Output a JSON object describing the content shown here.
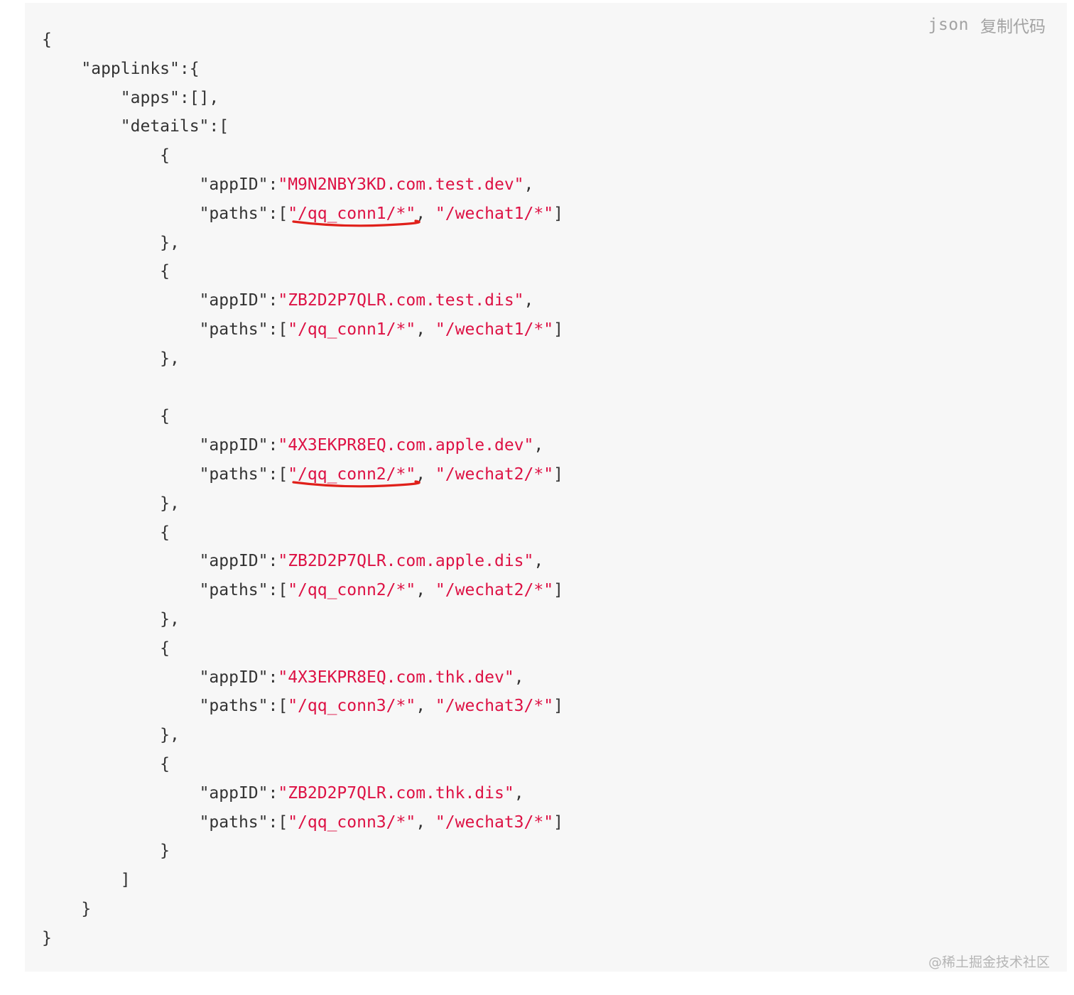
{
  "header": {
    "language": "json",
    "copy_label": "复制代码"
  },
  "code": {
    "lines": [
      {
        "indent": "",
        "parts": [
          {
            "t": "{",
            "c": "p"
          }
        ]
      },
      {
        "indent": "    ",
        "parts": [
          {
            "t": "\"applinks\":{",
            "c": "p"
          }
        ]
      },
      {
        "indent": "        ",
        "parts": [
          {
            "t": "\"apps\":[],",
            "c": "p"
          }
        ]
      },
      {
        "indent": "        ",
        "parts": [
          {
            "t": "\"details\":[",
            "c": "p"
          }
        ]
      },
      {
        "indent": "            ",
        "parts": [
          {
            "t": "{",
            "c": "p"
          }
        ]
      },
      {
        "indent": "                ",
        "parts": [
          {
            "t": "\"appID\":",
            "c": "p"
          },
          {
            "t": "\"M9N2NBY3KD.com.test.dev\"",
            "c": "s"
          },
          {
            "t": ",",
            "c": "p"
          }
        ]
      },
      {
        "indent": "                ",
        "parts": [
          {
            "t": "\"paths\":[",
            "c": "p"
          },
          {
            "t": "\"/qq_conn1/*\"",
            "c": "s",
            "mark": true
          },
          {
            "t": ", ",
            "c": "p"
          },
          {
            "t": "\"/wechat1/*\"",
            "c": "s"
          },
          {
            "t": "]",
            "c": "p"
          }
        ]
      },
      {
        "indent": "            ",
        "parts": [
          {
            "t": "},",
            "c": "p"
          }
        ]
      },
      {
        "indent": "            ",
        "parts": [
          {
            "t": "{",
            "c": "p"
          }
        ]
      },
      {
        "indent": "                ",
        "parts": [
          {
            "t": "\"appID\":",
            "c": "p"
          },
          {
            "t": "\"ZB2D2P7QLR.com.test.dis\"",
            "c": "s"
          },
          {
            "t": ",",
            "c": "p"
          }
        ]
      },
      {
        "indent": "                ",
        "parts": [
          {
            "t": "\"paths\":[",
            "c": "p"
          },
          {
            "t": "\"/qq_conn1/*\"",
            "c": "s"
          },
          {
            "t": ", ",
            "c": "p"
          },
          {
            "t": "\"/wechat1/*\"",
            "c": "s"
          },
          {
            "t": "]",
            "c": "p"
          }
        ]
      },
      {
        "indent": "            ",
        "parts": [
          {
            "t": "},",
            "c": "p"
          }
        ]
      },
      {
        "indent": "",
        "parts": []
      },
      {
        "indent": "            ",
        "parts": [
          {
            "t": "{",
            "c": "p"
          }
        ]
      },
      {
        "indent": "                ",
        "parts": [
          {
            "t": "\"appID\":",
            "c": "p"
          },
          {
            "t": "\"4X3EKPR8EQ.com.apple.dev\"",
            "c": "s"
          },
          {
            "t": ",",
            "c": "p"
          }
        ]
      },
      {
        "indent": "                ",
        "parts": [
          {
            "t": "\"paths\":[",
            "c": "p"
          },
          {
            "t": "\"/qq_conn2/*\"",
            "c": "s",
            "mark": true
          },
          {
            "t": ", ",
            "c": "p"
          },
          {
            "t": "\"/wechat2/*\"",
            "c": "s"
          },
          {
            "t": "]",
            "c": "p"
          }
        ]
      },
      {
        "indent": "            ",
        "parts": [
          {
            "t": "},",
            "c": "p"
          }
        ]
      },
      {
        "indent": "            ",
        "parts": [
          {
            "t": "{",
            "c": "p"
          }
        ]
      },
      {
        "indent": "                ",
        "parts": [
          {
            "t": "\"appID\":",
            "c": "p"
          },
          {
            "t": "\"ZB2D2P7QLR.com.apple.dis\"",
            "c": "s"
          },
          {
            "t": ",",
            "c": "p"
          }
        ]
      },
      {
        "indent": "                ",
        "parts": [
          {
            "t": "\"paths\":[",
            "c": "p"
          },
          {
            "t": "\"/qq_conn2/*\"",
            "c": "s"
          },
          {
            "t": ", ",
            "c": "p"
          },
          {
            "t": "\"/wechat2/*\"",
            "c": "s"
          },
          {
            "t": "]",
            "c": "p"
          }
        ]
      },
      {
        "indent": "            ",
        "parts": [
          {
            "t": "},",
            "c": "p"
          }
        ]
      },
      {
        "indent": "            ",
        "parts": [
          {
            "t": "{",
            "c": "p"
          }
        ]
      },
      {
        "indent": "                ",
        "parts": [
          {
            "t": "\"appID\":",
            "c": "p"
          },
          {
            "t": "\"4X3EKPR8EQ.com.thk.dev\"",
            "c": "s"
          },
          {
            "t": ",",
            "c": "p"
          }
        ]
      },
      {
        "indent": "                ",
        "parts": [
          {
            "t": "\"paths\":[",
            "c": "p"
          },
          {
            "t": "\"/qq_conn3/*\"",
            "c": "s"
          },
          {
            "t": ", ",
            "c": "p"
          },
          {
            "t": "\"/wechat3/*\"",
            "c": "s"
          },
          {
            "t": "]",
            "c": "p"
          }
        ]
      },
      {
        "indent": "            ",
        "parts": [
          {
            "t": "},",
            "c": "p"
          }
        ]
      },
      {
        "indent": "            ",
        "parts": [
          {
            "t": "{",
            "c": "p"
          }
        ]
      },
      {
        "indent": "                ",
        "parts": [
          {
            "t": "\"appID\":",
            "c": "p"
          },
          {
            "t": "\"ZB2D2P7QLR.com.thk.dis\"",
            "c": "s"
          },
          {
            "t": ",",
            "c": "p"
          }
        ]
      },
      {
        "indent": "                ",
        "parts": [
          {
            "t": "\"paths\":[",
            "c": "p"
          },
          {
            "t": "\"/qq_conn3/*\"",
            "c": "s"
          },
          {
            "t": ", ",
            "c": "p"
          },
          {
            "t": "\"/wechat3/*\"",
            "c": "s"
          },
          {
            "t": "]",
            "c": "p"
          }
        ]
      },
      {
        "indent": "            ",
        "parts": [
          {
            "t": "}",
            "c": "p"
          }
        ]
      },
      {
        "indent": "        ",
        "parts": [
          {
            "t": "]",
            "c": "p"
          }
        ]
      },
      {
        "indent": "    ",
        "parts": [
          {
            "t": "}",
            "c": "p"
          }
        ]
      },
      {
        "indent": "",
        "parts": [
          {
            "t": "}",
            "c": "p"
          }
        ]
      }
    ]
  },
  "colors": {
    "string": "#dd1144",
    "punctuation": "#333333",
    "annotation": "#e0201a",
    "background": "#f7f7f7"
  },
  "watermark": "@稀土掘金技术社区"
}
